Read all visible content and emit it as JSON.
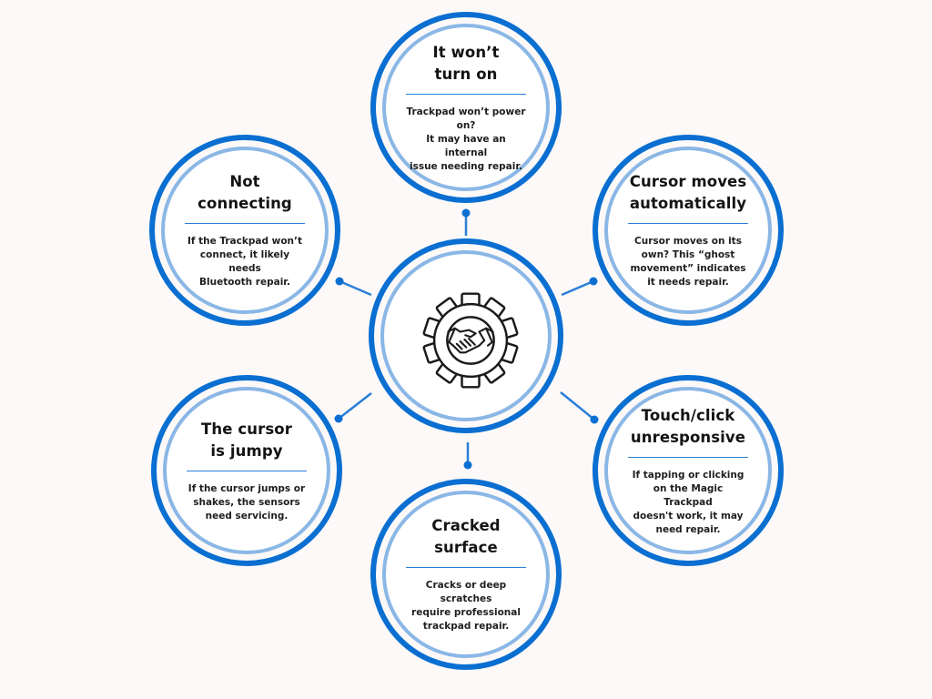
{
  "nodes": [
    {
      "id": "top",
      "title": "It won’t\nturn on",
      "description": "Trackpad won’t power on?\nIt may have an internal\nissue needing repair."
    },
    {
      "id": "top-left",
      "title": "Not\nconnecting",
      "description": "If the Trackpad won’t\nconnect, it likely needs\nBluetooth repair."
    },
    {
      "id": "top-right",
      "title": "Cursor moves\nautomatically",
      "description": "Cursor moves on its\nown? This “ghost\nmovement” indicates\nit needs repair."
    },
    {
      "id": "bottom-left",
      "title": "The cursor\nis jumpy",
      "description": "If the cursor jumps or\nshakes, the sensors\nneed servicing."
    },
    {
      "id": "bottom-right",
      "title": "Touch/click\nunresponsive",
      "description": "If tapping or clicking\non the Magic Trackpad\ndoesn't work, it may\nneed repair."
    },
    {
      "id": "bottom",
      "title": "Cracked\nsurface",
      "description": "Cracks or deep scratches\nrequire professional\ntrackpad repair."
    }
  ],
  "hub": {
    "icon": "gear-handshake-icon"
  },
  "colors": {
    "outer_ring": "#0a6fd1",
    "inner_ring": "#8ab7e6",
    "connector": "#2a7fd6",
    "text": "#141414",
    "background": "#fdf9f9"
  }
}
